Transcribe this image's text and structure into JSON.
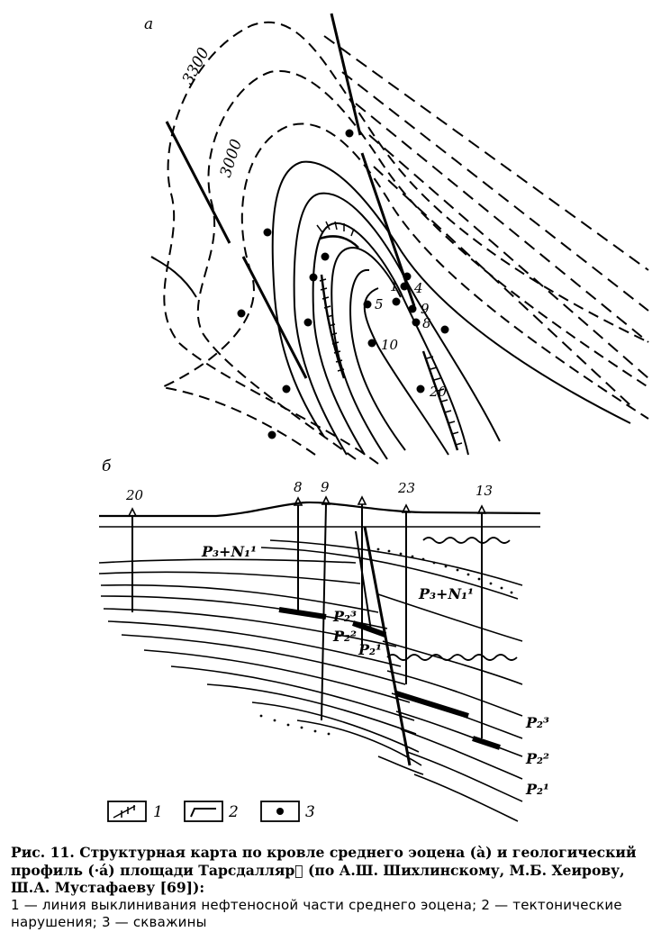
{
  "figure": {
    "map_label": "а",
    "profile_label": "б",
    "contours": [
      "3300",
      "3000"
    ],
    "map_wells": [
      "1",
      "4",
      "5",
      "9",
      "8",
      "10",
      "20"
    ],
    "profile_wells": [
      "20",
      "8",
      "9",
      "23",
      "13"
    ],
    "strata": {
      "upper": "P₃+N₁¹",
      "upper_right": "P₃+N₁¹",
      "p2_3": "P₂³",
      "p2_2": "P₂²",
      "p2_1": "P₂¹"
    },
    "legend": [
      "1",
      "2",
      "3"
    ]
  },
  "caption": {
    "title": "Рис. 11. Структурная карта по кровле среднего эоцена (à) и геологический профиль (·á) площади Тарсдалляр\u0000 (по А.Ш. Шихлинскому, М.Б. Хеирову, Ш.А. Мустафаеву [69]):",
    "legend_text": "1 — линия выклинивания нефтеносной части среднего эоцена; 2 — тектонические нарушения; 3 — скважины"
  }
}
